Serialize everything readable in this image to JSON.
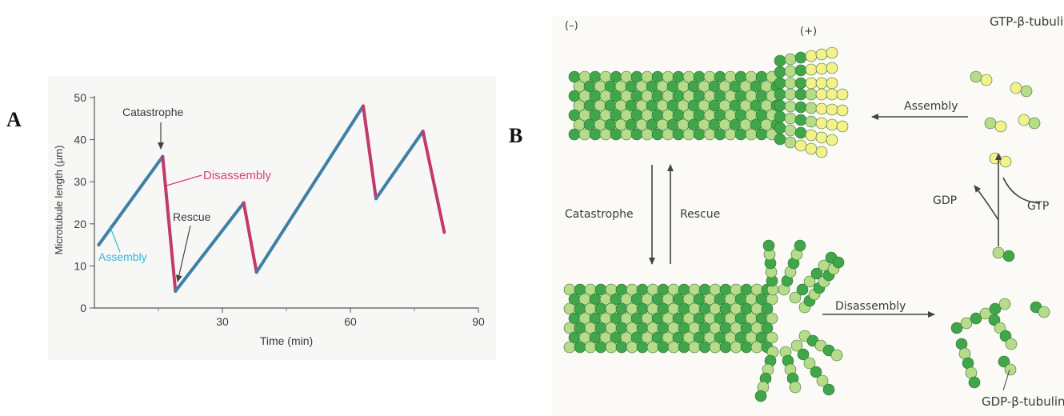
{
  "panels": {
    "a_label": "A",
    "b_label": "B"
  },
  "colors": {
    "assembly_line": "#3f7fa8",
    "disassembly_line": "#c23a6b",
    "assembly_label": "#3ab3d6",
    "disassembly_label": "#d9407a",
    "gdp_tubulin_dark": "#3fa64a",
    "gdp_tubulin_light": "#b6dc8a",
    "gtp_tubulin": "#f4f08a"
  },
  "chart_data": {
    "type": "line",
    "xlabel": "Time (min)",
    "ylabel": "Microtubule length (µm)",
    "xlim": [
      0,
      90
    ],
    "ylim": [
      0,
      50
    ],
    "xticks": [
      30,
      60,
      90
    ],
    "yticks": [
      0,
      10,
      20,
      30,
      40,
      50
    ],
    "grid": false,
    "points": [
      {
        "x": 1,
        "y": 15
      },
      {
        "x": 16,
        "y": 36
      },
      {
        "x": 19,
        "y": 4
      },
      {
        "x": 35,
        "y": 25
      },
      {
        "x": 38,
        "y": 8.5
      },
      {
        "x": 63,
        "y": 48
      },
      {
        "x": 66,
        "y": 26
      },
      {
        "x": 77,
        "y": 42
      },
      {
        "x": 82,
        "y": 18
      }
    ],
    "segment_phases": [
      "assembly",
      "disassembly",
      "assembly",
      "disassembly",
      "assembly",
      "disassembly",
      "assembly",
      "disassembly"
    ],
    "annotations": {
      "catastrophe": "Catastrophe",
      "disassembly": "Disassembly",
      "rescue": "Rescue",
      "assembly": "Assembly"
    }
  },
  "diagram": {
    "minus_end": "(–)",
    "plus_end": "(+)",
    "gtp_tubulin": "GTP-β-tubulin",
    "gdp_tubulin": "GDP-β-tubulin",
    "assembly": "Assembly",
    "disassembly": "Disassembly",
    "catastrophe": "Catastrophe",
    "rescue": "Rescue",
    "gdp": "GDP",
    "gtp": "GTP"
  }
}
